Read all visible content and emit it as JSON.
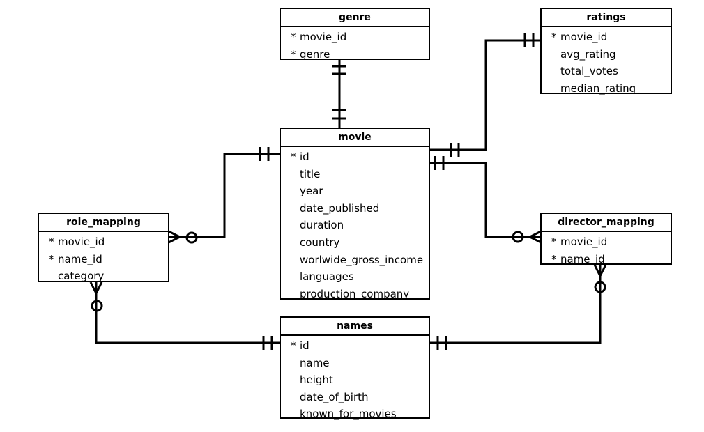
{
  "entities": {
    "genre": {
      "title": "genre",
      "fields": [
        {
          "key": "*",
          "name": "movie_id"
        },
        {
          "key": "*",
          "name": "genre"
        }
      ]
    },
    "ratings": {
      "title": "ratings",
      "fields": [
        {
          "key": "*",
          "name": "movie_id"
        },
        {
          "key": "",
          "name": "avg_rating"
        },
        {
          "key": "",
          "name": "total_votes"
        },
        {
          "key": "",
          "name": "median_rating"
        }
      ]
    },
    "movie": {
      "title": "movie",
      "fields": [
        {
          "key": "*",
          "name": "id"
        },
        {
          "key": "",
          "name": "title"
        },
        {
          "key": "",
          "name": "year"
        },
        {
          "key": "",
          "name": "date_published"
        },
        {
          "key": "",
          "name": "duration"
        },
        {
          "key": "",
          "name": "country"
        },
        {
          "key": "",
          "name": "worlwide_gross_income"
        },
        {
          "key": "",
          "name": "languages"
        },
        {
          "key": "",
          "name": "production_company"
        }
      ]
    },
    "role_mapping": {
      "title": "role_mapping",
      "fields": [
        {
          "key": "*",
          "name": "movie_id"
        },
        {
          "key": "*",
          "name": "name_id"
        },
        {
          "key": "",
          "name": "category"
        }
      ]
    },
    "director_mapping": {
      "title": "director_mapping",
      "fields": [
        {
          "key": "*",
          "name": "movie_id"
        },
        {
          "key": "*",
          "name": "name_id"
        }
      ]
    },
    "names": {
      "title": "names",
      "fields": [
        {
          "key": "*",
          "name": "id"
        },
        {
          "key": "",
          "name": "name"
        },
        {
          "key": "",
          "name": "height"
        },
        {
          "key": "",
          "name": "date_of_birth"
        },
        {
          "key": "",
          "name": "known_for_movies"
        }
      ]
    }
  },
  "relationships": [
    {
      "from": "genre",
      "to": "movie",
      "from_cardinality": "one-and-only-one",
      "to_cardinality": "one-and-only-one"
    },
    {
      "from": "ratings",
      "to": "movie",
      "from_cardinality": "one-and-only-one",
      "to_cardinality": "one-and-only-one"
    },
    {
      "from": "movie",
      "to": "role_mapping",
      "from_cardinality": "one-and-only-one",
      "to_cardinality": "zero-or-many"
    },
    {
      "from": "movie",
      "to": "director_mapping",
      "from_cardinality": "one-and-only-one",
      "to_cardinality": "zero-or-many"
    },
    {
      "from": "names",
      "to": "role_mapping",
      "from_cardinality": "one-and-only-one",
      "to_cardinality": "zero-or-many"
    },
    {
      "from": "names",
      "to": "director_mapping",
      "from_cardinality": "one-and-only-one",
      "to_cardinality": "zero-or-many"
    }
  ]
}
